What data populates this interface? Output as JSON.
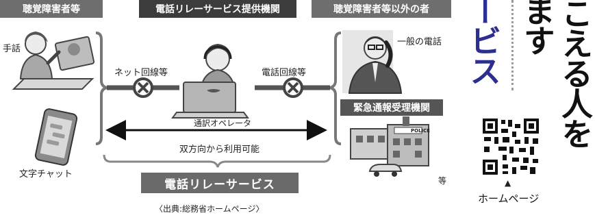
{
  "headers": {
    "left": "聴覚障害者等",
    "center": "電話リレーサービス提供機関",
    "right": "聴覚障害者等以外の者"
  },
  "labels": {
    "sign_language": "手話",
    "net_line": "ネット回線等",
    "phone_line": "電話回線等",
    "general_phone": "一般の電話",
    "operator": "通訳オペレータ",
    "bidirectional": "双方向から利用可能",
    "text_chat": "文字チャット",
    "emergency": "緊急通報受理機関",
    "etc": "等",
    "police": "POLICE",
    "service": "電話リレーサービス",
    "source": "〈出典:総務省ホームページ〉"
  },
  "side": {
    "blue_vertical": "ービス",
    "black_vertical_1": "ます",
    "black_vertical_2": "こえる人を",
    "qr_caption": "ホームページ",
    "arrow_up": "▲"
  },
  "colors": {
    "header_gray": "#6e6e6e",
    "header_dark": "#3c3c3c",
    "blue_text": "#2c2f8f",
    "black_text": "#111111"
  }
}
